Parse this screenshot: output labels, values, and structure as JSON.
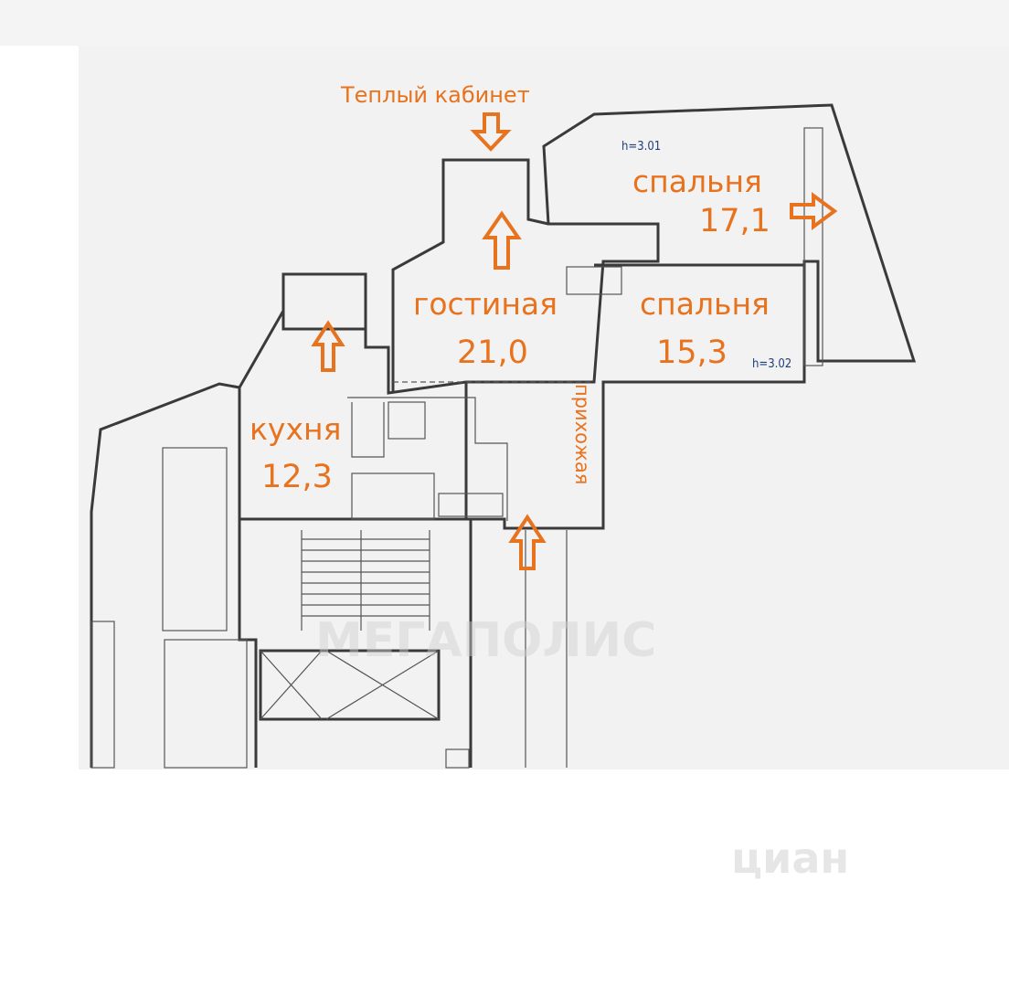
{
  "labels": {
    "warm_office": "Теплый кабинет",
    "bedroom1_name": "спальня",
    "bedroom1_area": "17,1",
    "bedroom2_name": "спальня",
    "bedroom2_area": "15,3",
    "living_name": "гостиная",
    "living_area": "21,0",
    "kitchen_name": "кухня",
    "kitchen_area": "12,3",
    "hallway_name": "прихожая"
  },
  "ceiling_marks": {
    "top": "h=3.01",
    "bottom": "h=3.02"
  },
  "watermarks": {
    "primary": "МЕГАПОЛИС",
    "cian": "циан"
  },
  "colors": {
    "label": "#e8731e",
    "wall": "#3a3a3a",
    "ceiling_mark": "#1f3f7a",
    "watermark": "#cfcfcf"
  }
}
